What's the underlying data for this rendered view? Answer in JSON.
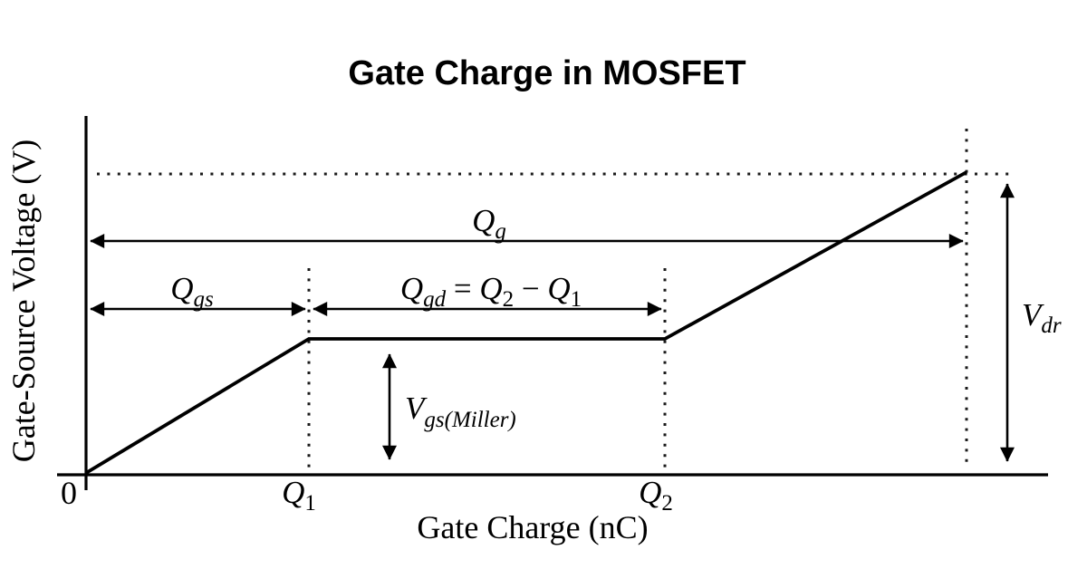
{
  "title": "Gate Charge in MOSFET",
  "axes": {
    "x_label": "Gate Charge (nC)",
    "y_label": "Gate-Source Voltage (V)",
    "origin_label": "0"
  },
  "ticks": {
    "q1": {
      "base": "Q",
      "sub": "1"
    },
    "q2": {
      "base": "Q",
      "sub": "2"
    }
  },
  "annotations": {
    "qg": {
      "base": "Q",
      "sub": "g"
    },
    "qgs": {
      "base": "Q",
      "sub": "gs"
    },
    "qgd": {
      "base1": "Q",
      "sub1": "gd",
      "eq": " = ",
      "base2": "Q",
      "sub2": "2",
      "minus": " − ",
      "base3": "Q",
      "sub3": "1"
    },
    "vgs_miller": {
      "base": "V",
      "sub": "gs(Miller)"
    },
    "vdr": {
      "base": "V",
      "sub": "dr"
    }
  },
  "colors": {
    "ink": "#000000",
    "background": "#ffffff"
  },
  "chart_data": {
    "type": "line",
    "title": "Gate Charge in MOSFET",
    "xlabel": "Gate Charge (nC)",
    "ylabel": "Gate-Source Voltage (V)",
    "x_tick_labels": [
      "0",
      "Q1",
      "Q2"
    ],
    "y_tick_labels": [],
    "axes_numeric": false,
    "grid": false,
    "legend": false,
    "series": [
      {
        "name": "gate-source-voltage-vs-gate-charge",
        "x_fraction_of_axis": [
          0,
          0.23,
          0.6,
          0.915
        ],
        "y_fraction_of_axis": [
          0,
          0.38,
          0.38,
          0.85
        ],
        "segments": [
          "linear rise from origin (0,0) to Q1 reaching Vgs(Miller)",
          "flat Miller plateau from Q1 to Q2 at Vgs(Miller)",
          "linear rise from Q2 to total gate charge Qg reaching Vdr"
        ]
      }
    ],
    "annotations": [
      {
        "label": "Qg",
        "kind": "horizontal-double-arrow",
        "from": "0",
        "to": "total gate charge"
      },
      {
        "label": "Qgs",
        "kind": "horizontal-double-arrow",
        "from": "0",
        "to": "Q1"
      },
      {
        "label": "Qgd = Q2 − Q1",
        "kind": "horizontal-double-arrow",
        "from": "Q1",
        "to": "Q2"
      },
      {
        "label": "Vgs(Miller)",
        "kind": "vertical-double-arrow",
        "from": "0 V",
        "to": "Miller plateau voltage"
      },
      {
        "label": "Vdr",
        "kind": "vertical-double-arrow",
        "from": "0 V",
        "to": "final gate drive voltage"
      }
    ],
    "reference_lines": [
      {
        "kind": "dotted-vertical",
        "at": "Q1"
      },
      {
        "kind": "dotted-vertical",
        "at": "Q2"
      },
      {
        "kind": "dotted-vertical",
        "at": "total gate charge"
      },
      {
        "kind": "dotted-horizontal",
        "at": "Vdr level"
      }
    ]
  }
}
